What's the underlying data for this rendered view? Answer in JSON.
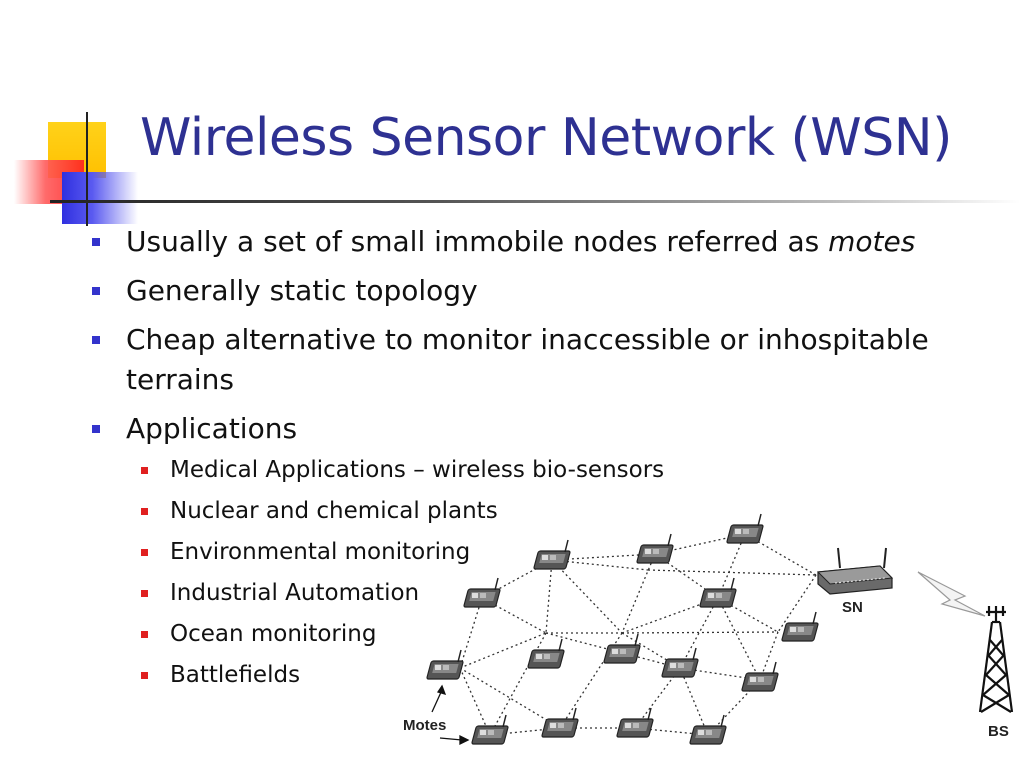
{
  "slide": {
    "title": "Wireless Sensor Network (WSN)",
    "bullets": [
      {
        "text": "Usually a set of small immobile nodes referred as ",
        "emphasis": "motes"
      },
      {
        "text": "Generally static topology"
      },
      {
        "text": "Cheap alternative to monitor inaccessible or inhospitable terrains"
      },
      {
        "text": "Applications"
      }
    ],
    "applications": [
      "Medical Applications – wireless bio-sensors",
      "Nuclear and chemical plants",
      "Environmental monitoring",
      "Industrial Automation",
      "Ocean monitoring",
      "Battlefields"
    ]
  },
  "diagram": {
    "motes_label": "Motes",
    "sink_label": "SN",
    "base_station_label": "BS"
  },
  "colors": {
    "title": "#2e3192",
    "bullet_level1": "#3333cc",
    "bullet_level2": "#e02020"
  }
}
